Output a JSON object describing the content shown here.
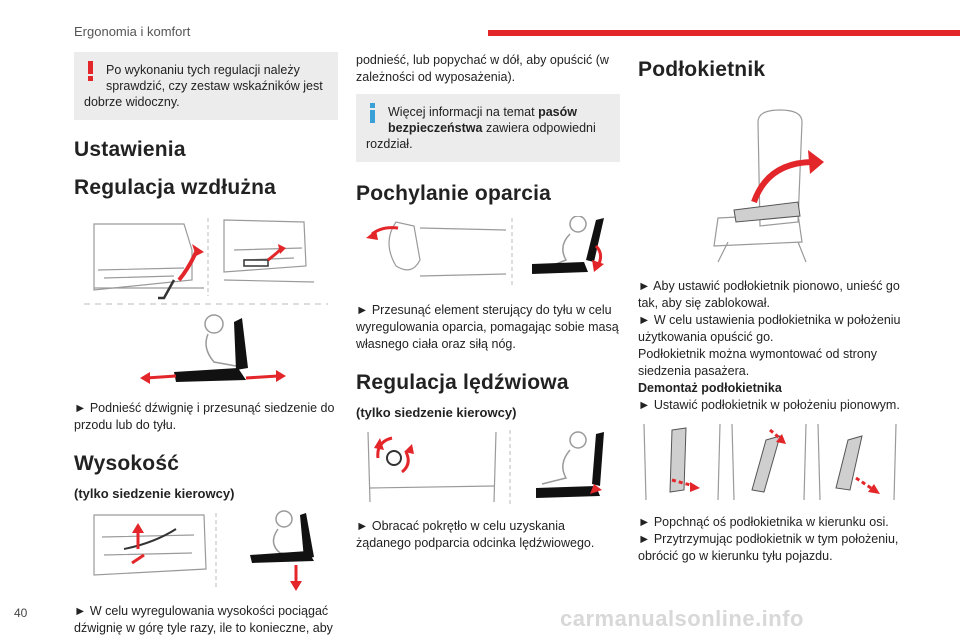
{
  "header": {
    "section": "Ergonomia i komfort"
  },
  "page_number": "40",
  "watermark": "carmanualsonline.info",
  "colors": {
    "accent": "#e3262a",
    "note_bg": "#ececec",
    "info": "#3aa0d8"
  },
  "col1": {
    "warning_note_line1": "Po wykonaniu tych regulacji należy",
    "warning_note_line2": "sprawdzić, czy zestaw wskaźników jest",
    "warning_note_line3": "dobrze widoczny.",
    "h_settings": "Ustawienia",
    "h_longitudinal": "Regulacja wzdłużna",
    "longitudinal_text": "► Podnieść dźwignię i przesunąć siedzenie do przodu lub do tyłu.",
    "h_height": "Wysokość",
    "height_sub": "(tylko siedzenie kierowcy)",
    "height_text": "► W celu wyregulowania wysokości pociągać dźwignię w górę tyle razy, ile to konieczne, aby"
  },
  "col2": {
    "cont_text": "podnieść, lub popychać w dół, aby opuścić (w zależności od wyposażenia).",
    "info_line1_a": "Więcej informacji na temat ",
    "info_line1_b": "pasów",
    "info_line2_a": "bezpieczeństwa",
    "info_line2_b": " zawiera odpowiedni",
    "info_line3": "rozdział.",
    "h_recline": "Pochylanie oparcia",
    "recline_text": "► Przesunąć element sterujący do tyłu w celu wyregulowania oparcia, pomagając sobie masą własnego ciała oraz siłą nóg.",
    "h_lumbar": "Regulacja lędźwiowa",
    "lumbar_sub": "(tylko siedzenie kierowcy)",
    "lumbar_text": "► Obracać pokrętło w celu uzyskania żądanego podparcia odcinka lędźwiowego."
  },
  "col3": {
    "h_armrest": "Podłokietnik",
    "p1": "► Aby ustawić podłokietnik pionowo, unieść go tak, aby się zablokował.",
    "p2": "► W celu ustawienia podłokietnika w położeniu użytkowania opuścić go.",
    "p3": "Podłokietnik można wymontować od strony siedzenia pasażera.",
    "p4": "Demontaż podłokietnika",
    "p5": "► Ustawić podłokietnik w położeniu pionowym.",
    "p6": "► Popchnąć oś podłokietnika w kierunku osi.",
    "p7": "► Przytrzymując podłokietnik w tym położeniu, obrócić go w kierunku tyłu pojazdu."
  }
}
